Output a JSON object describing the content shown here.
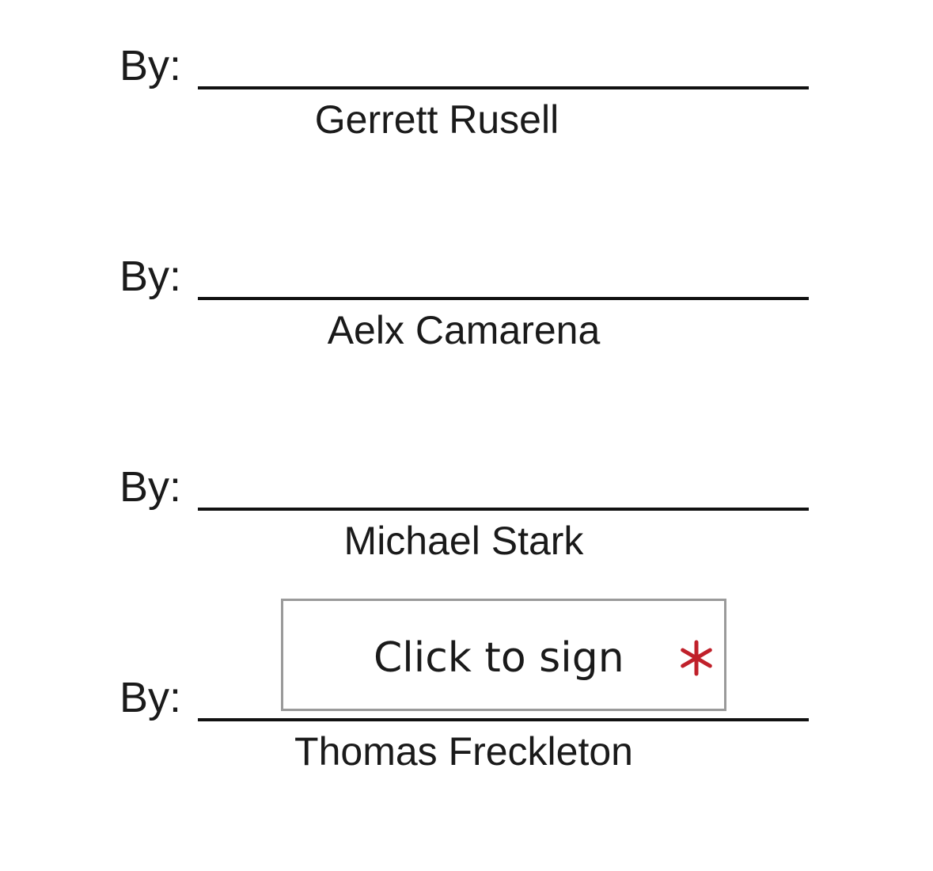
{
  "signatures": [
    {
      "by_label": "By:",
      "name": "Gerrett Rusell"
    },
    {
      "by_label": "By:",
      "name": "Aelx Camarena"
    },
    {
      "by_label": "By:",
      "name": "Michael Stark"
    },
    {
      "by_label": "By:",
      "name": "Thomas Freckleton"
    }
  ],
  "sign_field": {
    "label": "Click to sign",
    "required": true,
    "required_icon": "asterisk-icon",
    "required_color": "#c0202a",
    "border_color": "#9a9a9a"
  }
}
